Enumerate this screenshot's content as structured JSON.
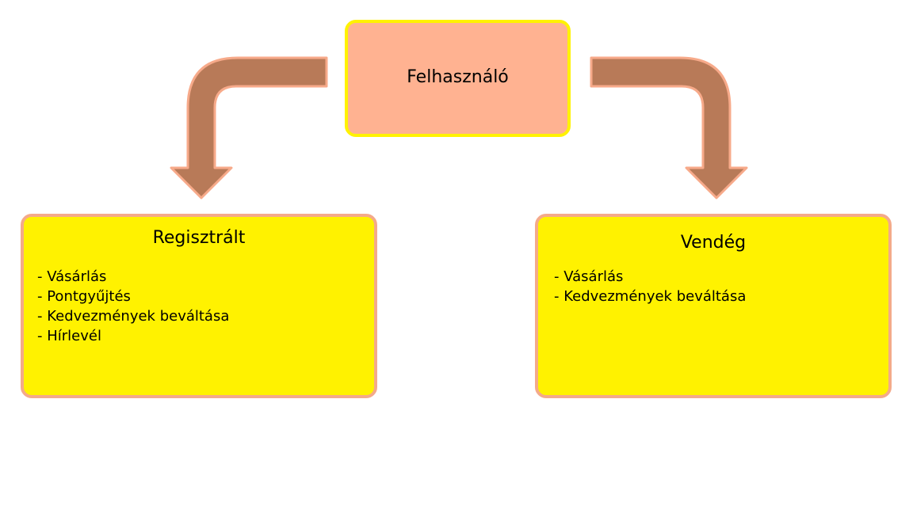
{
  "colors": {
    "root_fill": "#ffb291",
    "root_border": "#fff200",
    "child_fill": "#fff200",
    "child_border": "#f4aa8a",
    "arrow_fill": "#b87a58",
    "arrow_outline": "#f7aa8a"
  },
  "root": {
    "label": "Felhasználó"
  },
  "branches": [
    {
      "title": "Regisztrált",
      "items": [
        "- Vásárlás",
        "- Pontgyűjtés",
        "- Kedvezmények beváltása",
        "- Hírlevél"
      ]
    },
    {
      "title": "Vendég",
      "items": [
        "- Vásárlás",
        "- Kedvezmények beváltása"
      ]
    }
  ]
}
